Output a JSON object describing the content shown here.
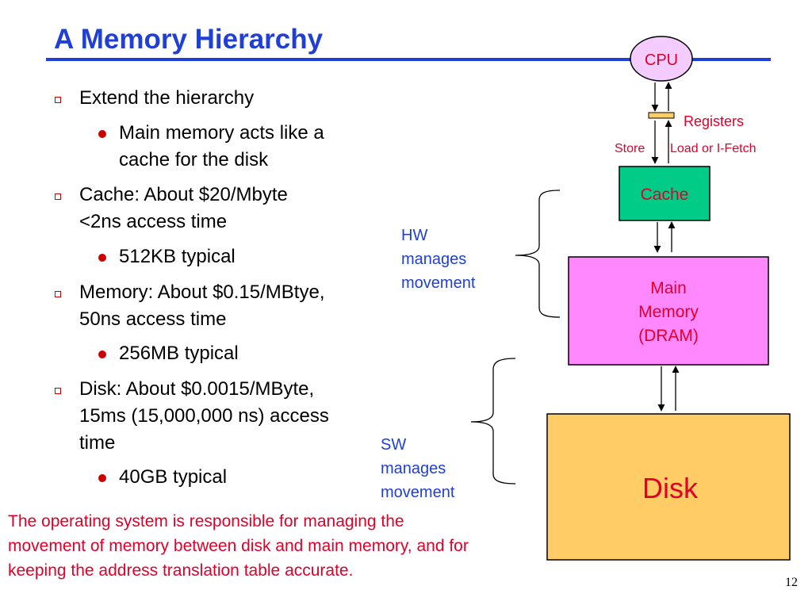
{
  "title": "A Memory Hierarchy",
  "bullets": [
    {
      "level": 1,
      "text": "Extend the hierarchy"
    },
    {
      "level": 2,
      "lines": [
        "Main memory acts like a",
        "cache for the disk"
      ]
    },
    {
      "level": 1,
      "lines": [
        "Cache: About $20/Mbyte",
        "<2ns access time"
      ]
    },
    {
      "level": 2,
      "text": "512KB typical"
    },
    {
      "level": 1,
      "lines": [
        "Memory: About $0.15/MBtye,",
        "50ns access time"
      ]
    },
    {
      "level": 2,
      "text": "256MB typical"
    },
    {
      "level": 1,
      "lines": [
        "Disk: About $0.0015/MByte,",
        "15ms (15,000,000 ns) access",
        "time"
      ]
    },
    {
      "level": 2,
      "text": "40GB typical"
    }
  ],
  "note": "The operating system is responsible for managing the movement of memory between disk and main memory, and for keeping the address translation table accurate.",
  "diagram": {
    "cpu": "CPU",
    "registers": "Registers",
    "store": "Store",
    "load": "Load or I-Fetch",
    "cache": "Cache",
    "main_memory": [
      "Main",
      "Memory",
      "(DRAM)"
    ],
    "disk": "Disk",
    "hw": [
      "HW",
      "manages",
      "movement"
    ],
    "sw": [
      "SW",
      "manages",
      "movement"
    ]
  },
  "colors": {
    "title": "#1f3fd6",
    "bullet_marker": "#cc0000",
    "note": "#e0002a",
    "cpu_fill": "#f5ccff",
    "cache_fill": "#00cc88",
    "main_memory_fill": "#ff88ff",
    "disk_fill": "#ffcc66",
    "register_fill": "#ffcc66",
    "diagram_red": "#e0002a",
    "diagram_blue": "#1f3fd6"
  },
  "page_number": "12"
}
